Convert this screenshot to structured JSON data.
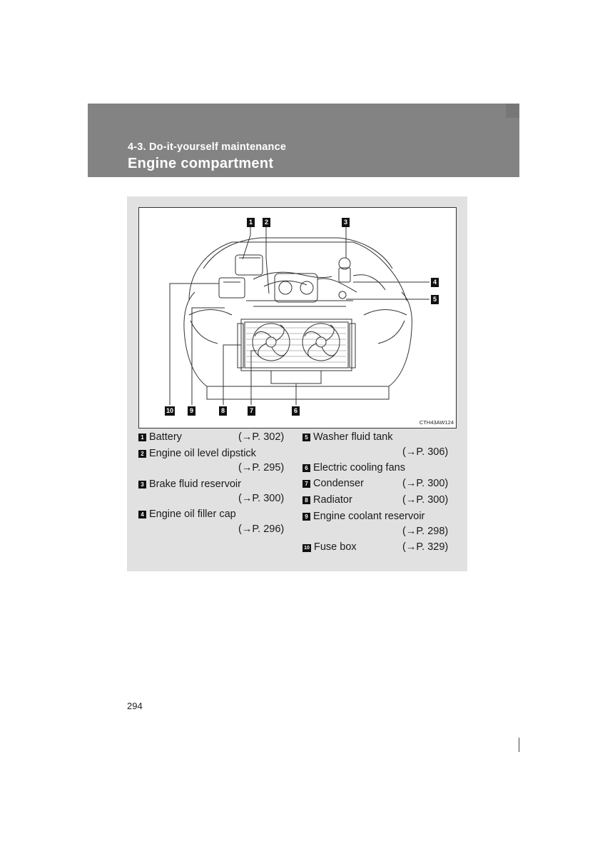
{
  "header": {
    "section_label": "4-3. Do-it-yourself maintenance",
    "title": "Engine compartment"
  },
  "figure": {
    "code": "CTH43AW124",
    "callouts": [
      "1",
      "2",
      "3",
      "4",
      "5",
      "6",
      "7",
      "8",
      "9",
      "10"
    ]
  },
  "legend": {
    "left": [
      {
        "num": "1",
        "label": "Battery",
        "ref": "(→P. 302)"
      },
      {
        "num": "2",
        "label": "Engine oil level dipstick",
        "ref": "(→P. 295)"
      },
      {
        "num": "3",
        "label": "Brake fluid reservoir",
        "ref": "(→P. 300)"
      },
      {
        "num": "4",
        "label": "Engine oil filler cap",
        "ref": "(→P. 296)"
      }
    ],
    "right": [
      {
        "num": "5",
        "label": "Washer fluid tank",
        "ref": "(→P. 306)"
      },
      {
        "num": "6",
        "label": "Electric cooling fans",
        "ref": ""
      },
      {
        "num": "7",
        "label": "Condenser",
        "ref": "(→P. 300)"
      },
      {
        "num": "8",
        "label": "Radiator",
        "ref": "(→P. 300)"
      },
      {
        "num": "9",
        "label": "Engine coolant reservoir",
        "ref": "(→P. 298)"
      },
      {
        "num": "10",
        "label": "Fuse box",
        "ref": "(→P. 329)"
      }
    ]
  },
  "page_number": "294"
}
